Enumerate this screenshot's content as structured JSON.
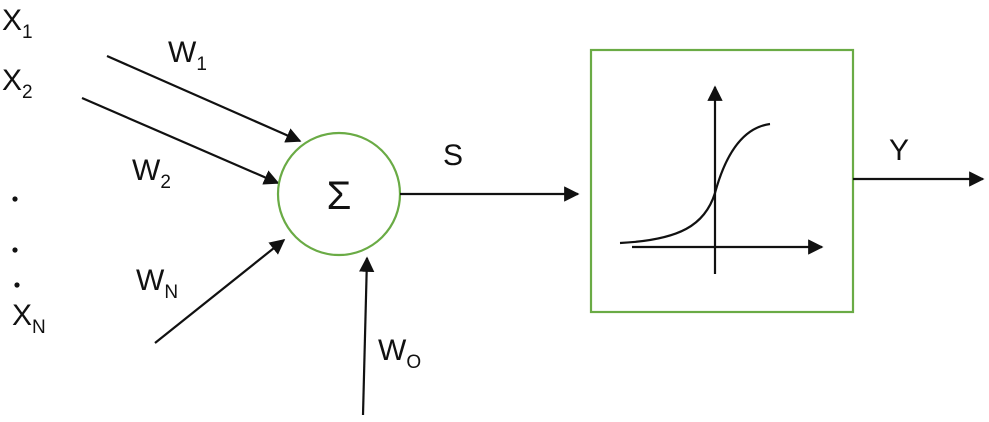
{
  "inputs": {
    "x1": {
      "main": "X",
      "sub": "1"
    },
    "x2": {
      "main": "X",
      "sub": "2"
    },
    "xn": {
      "main": "X",
      "sub": "N"
    },
    "ellipsis": ".\n.\n."
  },
  "weights": {
    "w1": {
      "main": "W",
      "sub": "1"
    },
    "w2": {
      "main": "W",
      "sub": "2"
    },
    "wn": {
      "main": "W",
      "sub": "N"
    },
    "w0": {
      "main": "W",
      "sub": "O"
    }
  },
  "summation": {
    "symbol": "Σ"
  },
  "sum_output": {
    "label": "S"
  },
  "activation": {
    "curve": "sigmoid"
  },
  "output": {
    "label": "Y"
  },
  "colors": {
    "node_border": "#6aab45",
    "line": "#111111"
  }
}
